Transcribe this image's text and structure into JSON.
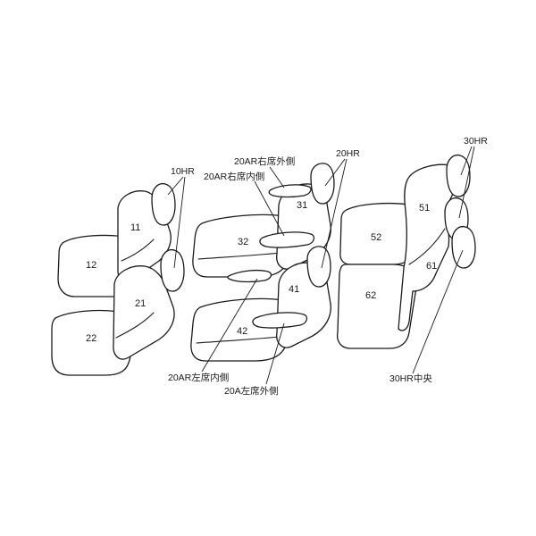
{
  "seat_numbers": {
    "s11": "11",
    "s12": "12",
    "s21": "21",
    "s22": "22",
    "s31": "31",
    "s32": "32",
    "s41": "41",
    "s42": "42",
    "s51": "51",
    "s52": "52",
    "s61": "61",
    "s62": "62"
  },
  "labels": {
    "hr10": "10HR",
    "hr20": "20HR",
    "hr30": "30HR",
    "ar_right_outer": "20AR右席外側",
    "ar_right_inner": "20AR右席内側",
    "ar_left_inner": "20AR左席内側",
    "a_left_outer": "20A左席外側",
    "hr30_center": "30HR中央"
  }
}
